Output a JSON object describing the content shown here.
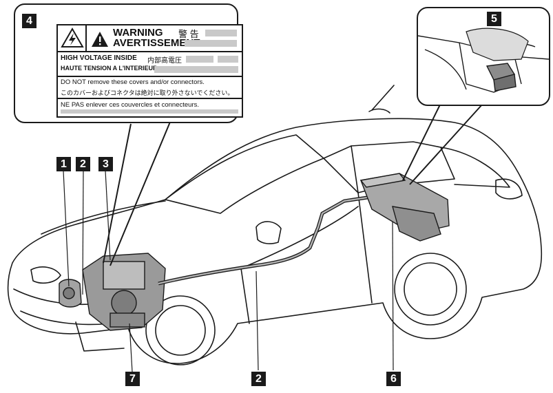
{
  "badges": {
    "b1": "1",
    "b2": "2",
    "b3": "3",
    "b4": "4",
    "b5": "5",
    "b6": "6",
    "b7": "7",
    "b2_bottom": "2"
  },
  "warning_label": {
    "warning": "WARNING",
    "avertissement": "AVERTISSEMENT",
    "warning_jp": "警 告",
    "hv_inside": "HIGH VOLTAGE INSIDE",
    "hv_inside_jp": "内部高電圧",
    "haute_tension": "HAUTE TENSION A L'INTERIEUR",
    "do_not_remove": "DO NOT remove these covers and/or connectors.",
    "do_not_remove_jp": "このカバーおよびコネクタは絶対に取り外さないでください。",
    "ne_pas": "NE PAS enlever ces couvercles et connecteurs."
  },
  "colors": {
    "line": "#1a1a1a",
    "badge_bg": "#1a1a1a",
    "badge_text": "#ffffff",
    "label_grey": "#c9c9c9",
    "component_grey": "#9a9a9a"
  }
}
